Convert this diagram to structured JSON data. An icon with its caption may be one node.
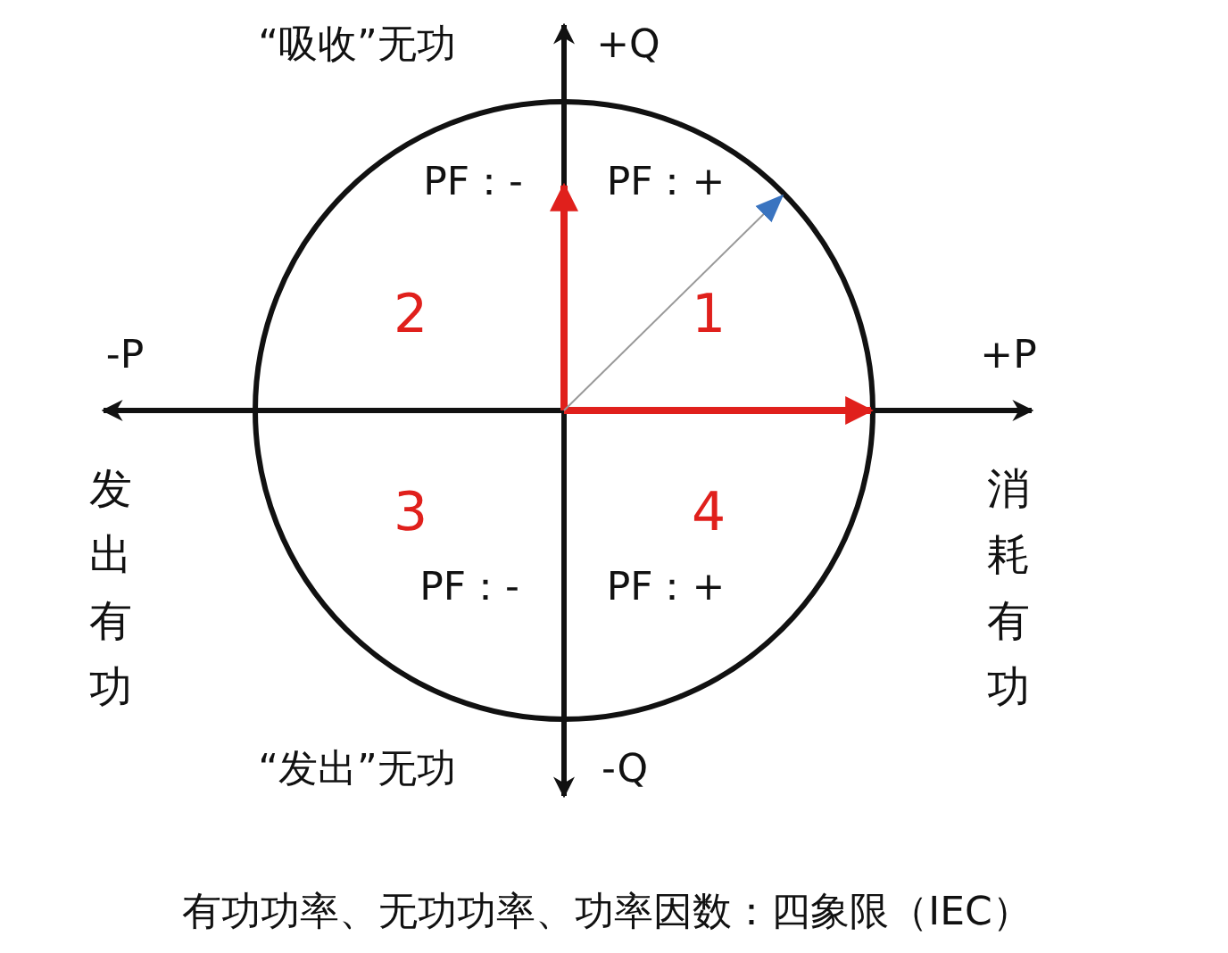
{
  "diagram": {
    "caption": "有功功率、无功功率、功率因数：四象限（IEC）",
    "labels": [
      "“吸收”无功",
      "+Q",
      "PF：-",
      "PF：+",
      "2",
      "1",
      "-P",
      "+P",
      "发出有功",
      "消耗有功",
      "3",
      "4",
      "PF：-",
      "PF：+",
      "“发出”无功",
      "-Q"
    ]
  }
}
